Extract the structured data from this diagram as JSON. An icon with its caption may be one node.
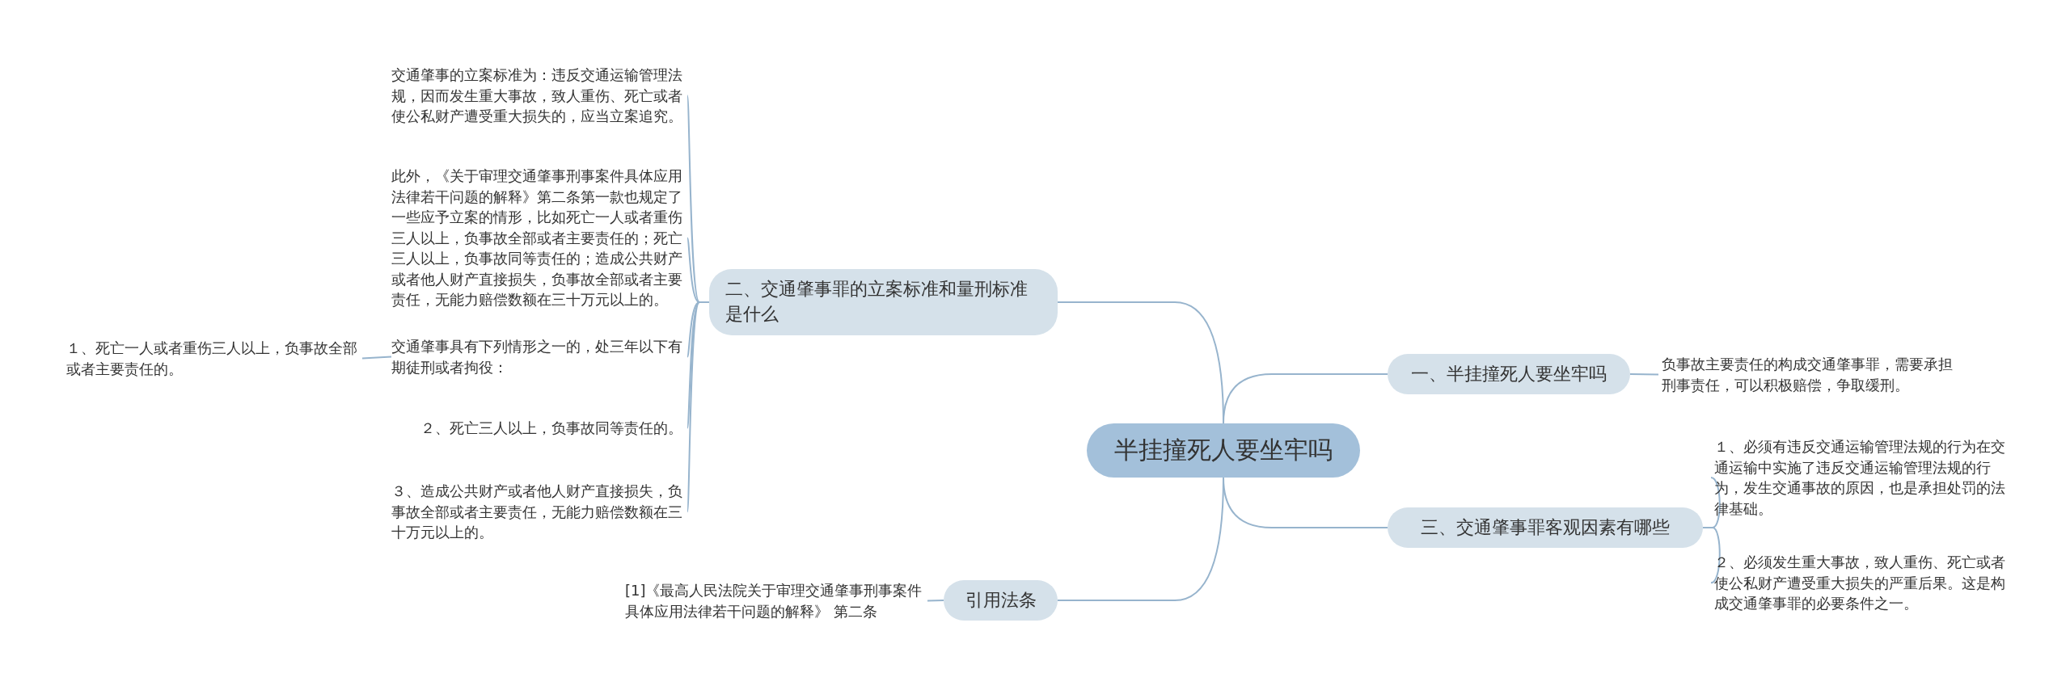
{
  "diagram": {
    "nodes": [
      {
        "text": [
          "半挂撞死人要坐牢吗"
        ]
      },
      {
        "text": [
          "一、半挂撞死人要坐牢吗"
        ]
      },
      {
        "text": [
          "负事故主要责任的构成交通肇事罪，需要承担刑事责任，可以积极赔偿，争取缓刑。"
        ]
      },
      {
        "text": [
          "三、交通肇事罪客观因素有哪些"
        ]
      },
      {
        "text": [
          "１、必须有违反交通运输管理法规的行为在交通运输中实施了违反交通运输管理法规的行为，发生交通事故的原因，也是承担处罚的法律基础。"
        ]
      },
      {
        "text": [
          "２、必须发生重大事故，致人重伤、死亡或者使公私财产遭受重大损失的严重后果。这是构成交通肇事罪的必要条件之一。"
        ]
      },
      {
        "text": [
          "二、交通肇事罪的立案标准和量刑标准是什么"
        ]
      },
      {
        "text": [
          "交通肇事的立案标准为：违反交通运输管理法规，因而发生重大事故，致人重伤、死亡或者使公私财产遭受重大损失的，应当立案追究。"
        ]
      },
      {
        "text": [
          "此外，《关于审理交通肇事刑事案件具体应用法律若干问题的解释》第二条第一款也规定了一些应予立案的情形，比如死亡一人或者重伤三人以上，负事故全部或者主要责任的；死亡三人以上，负事故同等责任的；造成公共财产或者他人财产直接损失，负事故全部或者主要责任，无能力赔偿数额在三十万元以上的。"
        ]
      },
      {
        "text": [
          "交通肇事具有下列情形之一的，处三年以下有期徒刑或者拘役："
        ]
      },
      {
        "text": [
          "１、死亡一人或者重伤三人以上，负事故全部或者主要责任的。"
        ]
      },
      {
        "text": [
          "２、死亡三人以上，负事故同等责任的。"
        ]
      },
      {
        "text": [
          "３、造成公共财产或者他人财产直接损失，负事故全部或者主要责任，无能力赔偿数额在三十万元以上的。"
        ]
      },
      {
        "text": [
          "引用法条"
        ]
      },
      {
        "text": [
          "[1]《最高人民法院关于审理交通肇事刑事案件具体应用法律若干问题的解释》 第二条"
        ]
      }
    ],
    "edges": [
      {
        "from": 0,
        "to": 1,
        "arrow": "none"
      },
      {
        "from": 1,
        "to": 2,
        "arrow": "none"
      },
      {
        "from": 0,
        "to": 3,
        "arrow": "none"
      },
      {
        "from": 3,
        "to": 4,
        "arrow": "none"
      },
      {
        "from": 3,
        "to": 5,
        "arrow": "none"
      },
      {
        "from": 0,
        "to": 6,
        "arrow": "none"
      },
      {
        "from": 6,
        "to": 7,
        "arrow": "none"
      },
      {
        "from": 6,
        "to": 8,
        "arrow": "none"
      },
      {
        "from": 6,
        "to": 9,
        "arrow": "none"
      },
      {
        "from": 9,
        "to": 10,
        "arrow": "none"
      },
      {
        "from": 6,
        "to": 11,
        "arrow": "none"
      },
      {
        "from": 6,
        "to": 12,
        "arrow": "none"
      },
      {
        "from": 0,
        "to": 13,
        "arrow": "none"
      },
      {
        "from": 13,
        "to": 14,
        "arrow": "none"
      }
    ]
  }
}
